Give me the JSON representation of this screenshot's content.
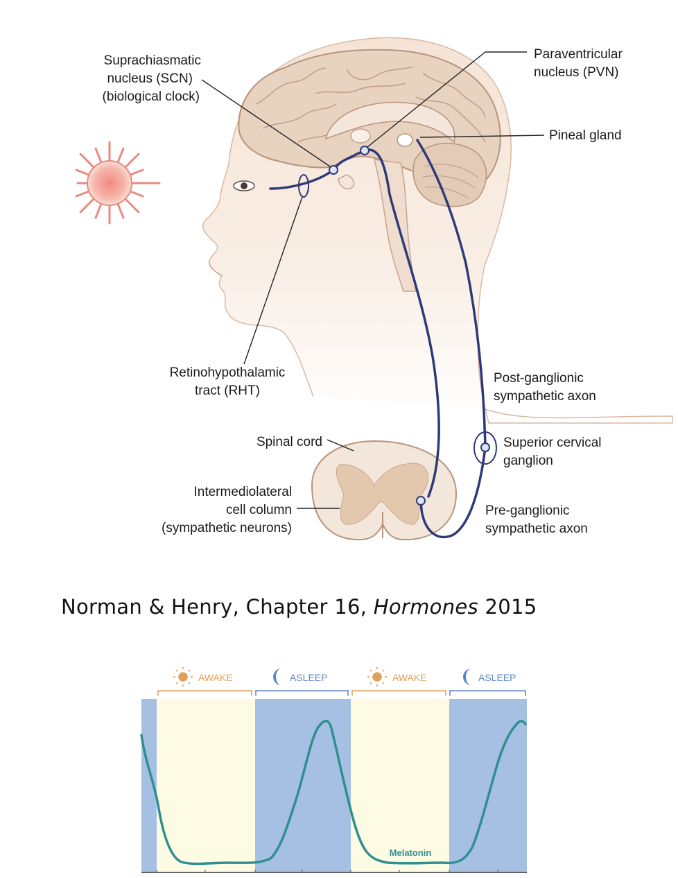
{
  "labels": {
    "scn": [
      "Suprachiasmatic",
      "nucleus (SCN)",
      "(biological clock)"
    ],
    "pvn": [
      "Paraventricular",
      "nucleus (PVN)"
    ],
    "pineal": "Pineal gland",
    "rht": [
      "Retinohypothalamic",
      "tract (RHT)"
    ],
    "post": [
      "Post-ganglionic",
      "sympathetic axon"
    ],
    "scg": [
      "Superior cervical",
      "ganglion"
    ],
    "pre": [
      "Pre-ganglionic",
      "sympathetic axon"
    ],
    "spinal": "Spinal cord",
    "iml": [
      "Intermediolateral",
      "cell column",
      "(sympathetic neurons)"
    ]
  },
  "caption": {
    "before": "Norman & Henry, Chapter 16, ",
    "italic": "Hormones",
    "after": " 2015"
  },
  "states": [
    "AWAKE",
    "ASLEEP",
    "AWAKE",
    "ASLEEP"
  ],
  "curve_label": "Melatonin",
  "colors": {
    "pathway": "#2e3a78",
    "awake_bg": "#fdfbe3",
    "asleep_bg": "#a6c0e4",
    "curve": "#2f8f8f",
    "awake_text": "#e0a05a",
    "asleep_text": "#5b86c6",
    "sun": "#ea8f82"
  },
  "icons": {
    "sun": "sun-icon",
    "awake": "sun-icon",
    "asleep": "moon-icon"
  }
}
